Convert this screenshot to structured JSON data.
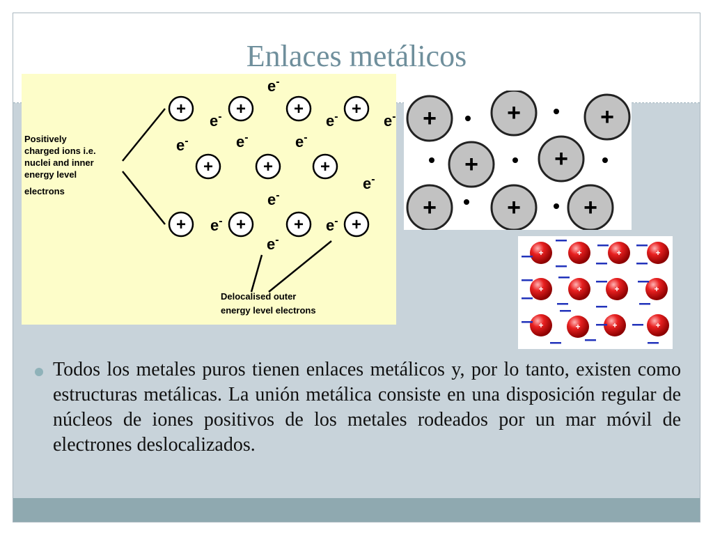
{
  "slide": {
    "title": "Enlaces metálicos",
    "bullet_text": "Todos los metales puros tienen enlaces metálicos y, por lo tanto, existen como estructuras metálicas. La unión metálica consiste en una disposición regular de núcleos de iones positivos de los metales rodeados por un mar móvil de electrones deslocalizados."
  },
  "figure_left": {
    "ion_label": [
      "Positively",
      "charged ions i.e.",
      "nuclei and inner",
      "energy level",
      "electrons"
    ],
    "electron_label": [
      "Delocalised outer",
      "energy level electrons"
    ],
    "plus": "+",
    "electron": "e",
    "minus": "-"
  },
  "figure_right_top": {
    "plus": "+"
  },
  "figure_right_bottom": {
    "plus": "+",
    "minus": "–"
  },
  "colors": {
    "background_panel": "#c8d3da",
    "title": "#6f8f9c",
    "bottom_band": "#8fa9b0",
    "diagram_yellow": "#fdfdc9",
    "ion_red": "#e02020"
  }
}
